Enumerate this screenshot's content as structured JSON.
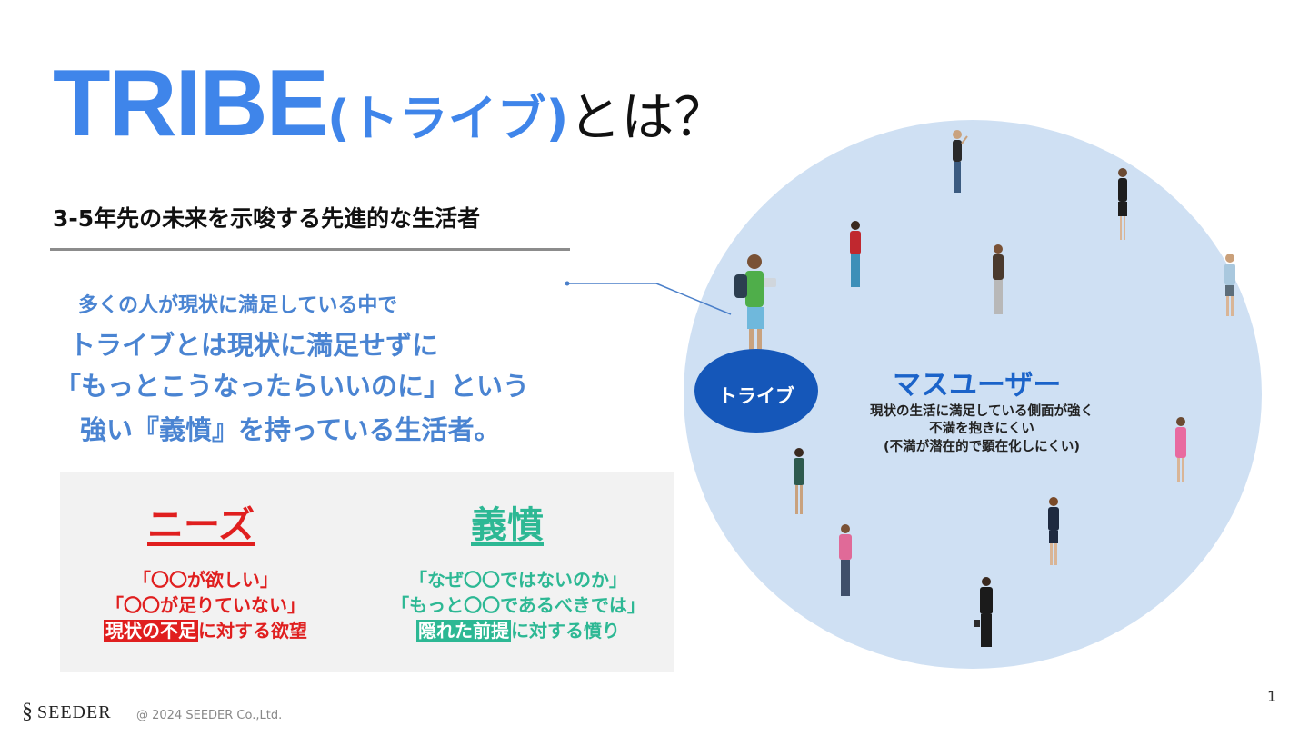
{
  "title": {
    "main": "TRIBE",
    "paren": "(トライブ)",
    "suffix": "とは？"
  },
  "subtitle": "3-5年先の未来を示唆する先進的な生活者",
  "description": [
    "多くの人が現状に満足している中で",
    "トライブとは現状に満足せずに",
    "「もっとこうなったらいいのに」という",
    "強い『義憤』を持っている生活者。"
  ],
  "needs": {
    "title": "ニーズ",
    "line1": "「〇〇が欲しい」",
    "line2": "「〇〇が足りていない」",
    "line3_highlight": "現状の不足",
    "line3_rest": "に対する欲望"
  },
  "gifun": {
    "title": "義憤",
    "line1": "「なぜ〇〇ではないのか」",
    "line2": "「もっと〇〇であるべきでは」",
    "line3_highlight": "隠れた前提",
    "line3_rest": "に対する憤り"
  },
  "diagram": {
    "tribe_label": "トライブ",
    "mass_title": "マスユーザー",
    "mass_desc": [
      "現状の生活に満足している側面が強く",
      "不満を抱きにくい",
      "(不満が潜在的で顕在化しにくい)"
    ]
  },
  "footer": {
    "logo": "SEEDER",
    "copyright": "@ 2024 SEEDER Co.,Ltd.",
    "page_number": "1"
  },
  "colors": {
    "title_blue": "#3f85ea",
    "desc_blue": "#4a84d2",
    "needs_red": "#e01f1f",
    "gifun_green": "#2db894",
    "circle_fill": "#cfe0f3",
    "tribe_fill": "#1557b9",
    "mass_title_blue": "#1b63c9"
  }
}
